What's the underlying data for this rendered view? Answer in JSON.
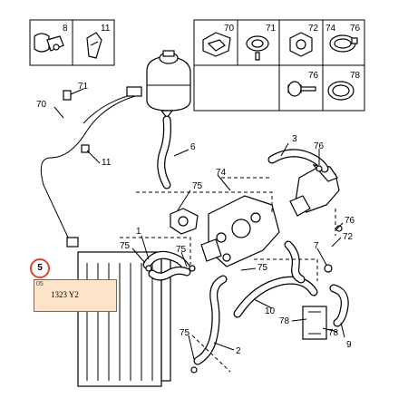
{
  "callouts": {
    "c71": "71",
    "c70": "70",
    "c11a": "11",
    "c5": "5",
    "c6": "6",
    "c74": "74",
    "c3": "3",
    "c76a": "76",
    "c75a": "75",
    "c1": "1",
    "c75b": "75",
    "c75c": "75",
    "c76b": "76",
    "c7": "7",
    "c72": "72",
    "c75d": "75",
    "c10": "10",
    "c78a": "78",
    "c78b": "78",
    "c9": "9",
    "c2": "2",
    "c75e": "75"
  },
  "parts_box_left": {
    "p8": "8",
    "p11": "11"
  },
  "parts_box_right": {
    "p70": "70",
    "p71": "71",
    "p72": "72",
    "p74": "74",
    "p76": "76",
    "p78": "78"
  },
  "reference": {
    "circle_label": "5",
    "small_text": "05",
    "code": "1323 Y2"
  },
  "colors": {
    "marker_ring": "#d8452b",
    "card_fill": "#fde3c8"
  }
}
